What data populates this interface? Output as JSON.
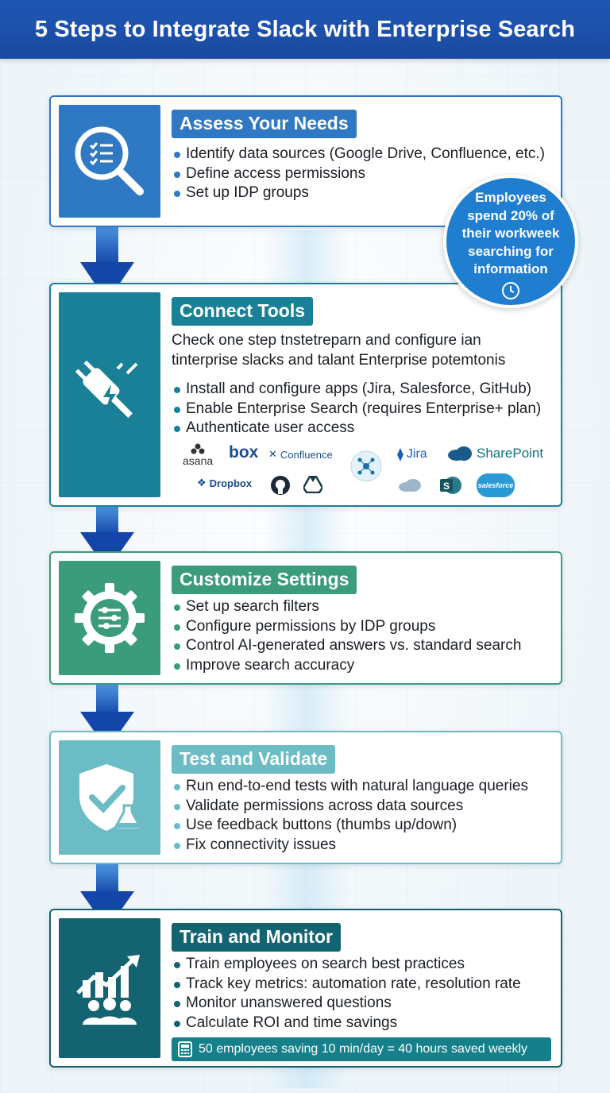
{
  "title": "5 Steps to Integrate Slack with Enterprise Search",
  "colors": {
    "header": "#1f57b5",
    "step1": "#2f79c4",
    "step2": "#1a8098",
    "step3": "#3a9c7a",
    "step4": "#6cbcc6",
    "step5": "#136370"
  },
  "steps": [
    {
      "title": "Assess Your Needs",
      "icon": "checklist-magnifier-icon",
      "bullets": [
        "Identify data sources (Google Drive, Confluence, etc.)",
        "Define access permissions",
        "Set up IDP groups"
      ]
    },
    {
      "title": "Connect Tools",
      "icon": "plug-icon",
      "intro_line1": "Check one step tnstetreparn and configure ian",
      "intro_line2": "tinterprise slacks and talant Enterprise potemtonis",
      "bullets": [
        "Install and configure apps (Jira, Salesforce, GitHub)",
        "Enable Enterprise Search (requires Enterprise+ plan)",
        "Authenticate user access"
      ],
      "logos": {
        "asana": "asana",
        "box": "box",
        "confluence": "Confluence",
        "jira": "Jira",
        "sharepoint": "SharePoint",
        "dropbox": "Dropbox",
        "salesforce": "salesforce"
      }
    },
    {
      "title": "Customize Settings",
      "icon": "gear-sliders-icon",
      "bullets": [
        "Set up search filters",
        "Configure permissions by IDP groups",
        "Control AI-generated answers vs. standard search",
        "Improve search accuracy"
      ]
    },
    {
      "title": "Test and Validate",
      "icon": "shield-check-flask-icon",
      "bullets": [
        "Run end-to-end tests with natural language queries",
        "Validate permissions across data sources",
        "Use feedback buttons (thumbs up/down)",
        "Fix connectivity issues"
      ]
    },
    {
      "title": "Train and Monitor",
      "icon": "chart-people-icon",
      "bullets": [
        "Train employees on search best practices",
        "Track key metrics: automation rate, resolution rate",
        "Monitor unanswered questions",
        "Calculate ROI and time savings"
      ],
      "note": "50 employees saving 10 min/day = 40 hours saved weekly"
    }
  ],
  "stat": {
    "line1": "Employees",
    "line2": "spend 20% of",
    "line3": "their workweek",
    "line4": "searching for",
    "line5": "information",
    "icon": "clock-icon"
  }
}
